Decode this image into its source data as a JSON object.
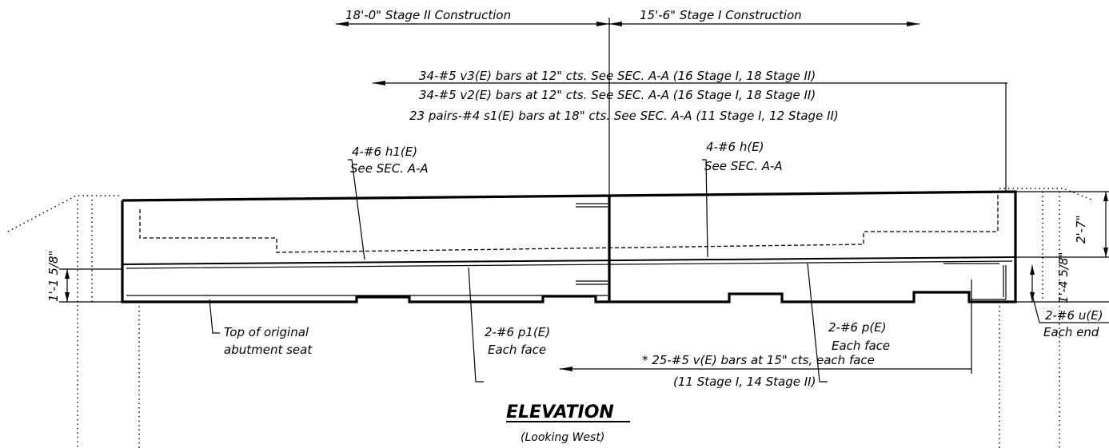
{
  "stages": {
    "stage2": "18'-0\" Stage II Construction",
    "stage1": "15'-6\" Stage I Construction"
  },
  "bar_notes": {
    "v3": "34-#5 v3(E) bars at 12\" cts. See SEC. A-A (16 Stage I, 18 Stage II)",
    "v2": "34-#5 v2(E) bars at 12\" cts. See SEC. A-A (16 Stage I, 18 Stage II)",
    "s1": "23 pairs-#4 s1(E) bars at 18\" cts. See SEC. A-A (11 Stage I, 12 Stage II)"
  },
  "callouts": {
    "h1_label": "4-#6 h1(E)",
    "h1_ref": "See SEC. A-A",
    "h_label": "4-#6 h(E)",
    "h_ref": "See SEC. A-A",
    "top_seat_1": "Top of original",
    "top_seat_2": "abutment seat",
    "p1_label": "2-#6 p1(E)",
    "p1_face": "Each face",
    "p_label": "2-#6 p(E)",
    "p_face": "Each face",
    "u_label": "2-#6 u(E)",
    "u_end": "Each end",
    "v_label": "* 25-#5 v(E) bars at 15\" cts, each face",
    "v_stages": "(11 Stage I, 14 Stage II)"
  },
  "dimensions": {
    "left_height": "1'-1 5/8\"",
    "right_upper": "2'-7\"",
    "right_lower": "1'-4 5/8\""
  },
  "title": {
    "main": "ELEVATION",
    "sub": "(Looking West)"
  }
}
